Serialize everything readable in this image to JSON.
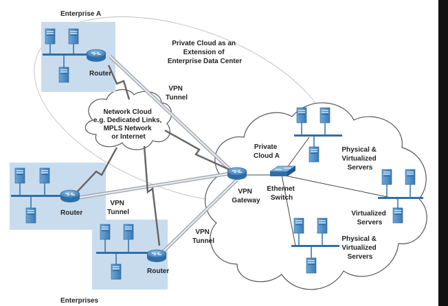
{
  "labels": {
    "enterprise_a": "Enterprise A",
    "enterprises": "Enterprises",
    "private_cloud_ext": [
      "Private Cloud as an",
      "Extension of",
      "Enterprise Data Center"
    ],
    "vpn_tunnel_top": [
      "VPN",
      "Tunnel"
    ],
    "vpn_tunnel_mid": [
      "VPN",
      "Tunnel"
    ],
    "vpn_tunnel_bot": [
      "VPN",
      "Tunnel"
    ],
    "network_cloud": [
      "Network Cloud",
      "e.g. Dedicated Links,",
      "MPLS Network",
      "or Internet"
    ],
    "private_cloud_a": [
      "Private",
      "Cloud A"
    ],
    "vpn_gateway": [
      "VPN",
      "Gateway"
    ],
    "ethernet_switch": [
      "Ethernet",
      "Switch"
    ],
    "servers_top": [
      "Physical &",
      "Virtualized",
      "Servers"
    ],
    "servers_right": [
      "Virtualized",
      "Servers"
    ],
    "servers_bottom": [
      "Physical &",
      "Virtualized",
      "Servers"
    ],
    "router_a": "Router",
    "router_left": "Router",
    "router_bottom": "Router"
  },
  "colors": {
    "background": "#111111",
    "canvas": "#ffffff",
    "site_panel": "#c9dcee",
    "server_blue": "#4a8fc8",
    "router_blue": "#4a8fc8",
    "cloud_fill": "#ffffff",
    "cloud_stroke": "#555555",
    "tunnel": "#b9bec6"
  }
}
